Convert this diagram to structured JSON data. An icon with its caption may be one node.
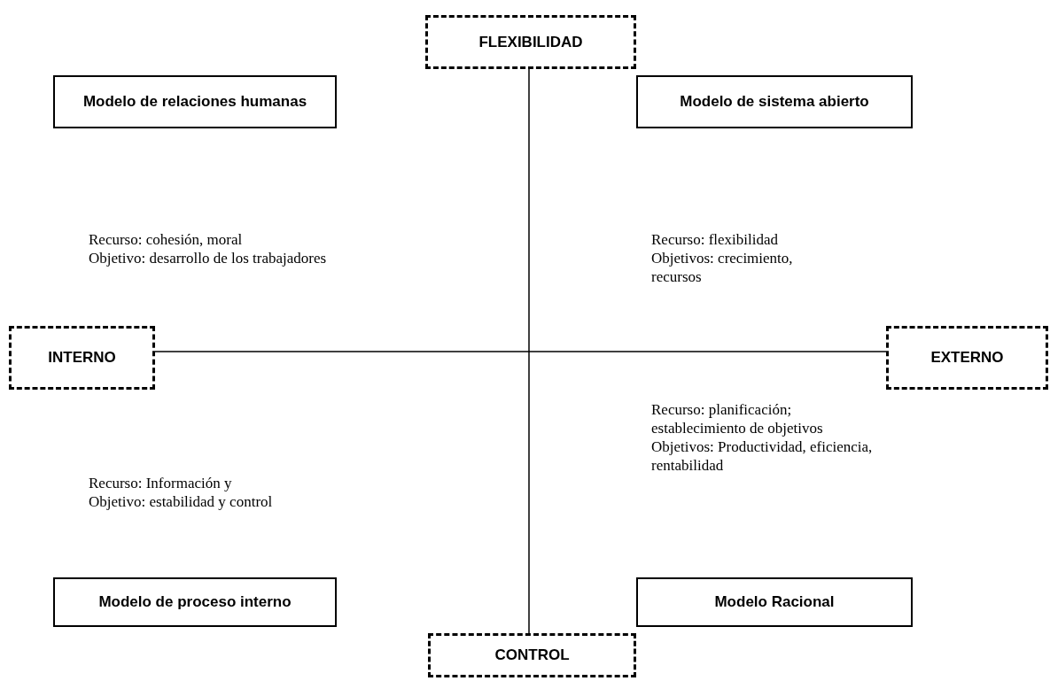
{
  "diagram": {
    "nodes": [
      {
        "text": [
          "FLEXIBILIDAD"
        ]
      },
      {
        "text": [
          "Modelo de relaciones humanas"
        ],
        "beside": [
          "Recurso: cohesión, moral",
          "Objetivo: desarrollo de los trabajadores"
        ]
      },
      {
        "text": [
          "Modelo de sistema abierto"
        ],
        "beside": [
          "Recurso: flexibilidad",
          "Objetivos: crecimiento, recursos"
        ]
      },
      {
        "text": [
          "INTERNO"
        ]
      },
      {
        "text": [
          "EXTERNO"
        ]
      },
      {
        "text": [
          "Modelo de proceso interno"
        ],
        "beside": [
          "Recurso: Información y",
          "Objetivo: estabilidad y control"
        ]
      },
      {
        "text": [
          "Modelo Racional"
        ],
        "beside": [
          "Recurso: planificación; establecimiento de objetivos",
          "Objetivos: Productividad, eficiencia, rentabilidad"
        ]
      },
      {
        "text": [
          "CONTROL"
        ]
      }
    ],
    "edges": [
      {
        "from": 0,
        "to": 7,
        "arrow": "none"
      },
      {
        "from": 3,
        "to": 4,
        "arrow": "none"
      }
    ]
  }
}
